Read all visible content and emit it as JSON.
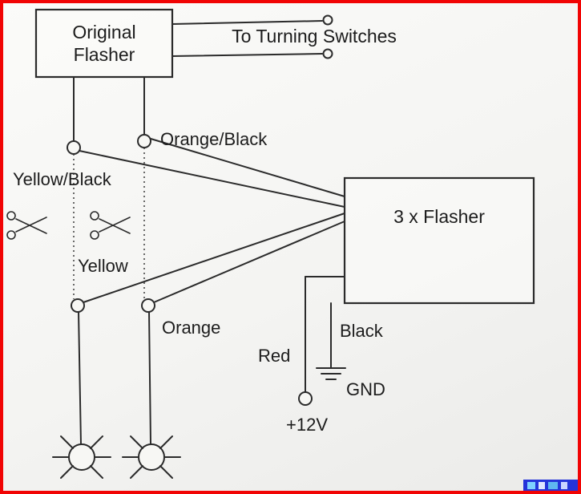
{
  "colors": {
    "border": "#f10404",
    "line": "#2b2b2b",
    "background": "#f5f5f3",
    "text": "#1c1c1c",
    "watermark_blue": "#2433d9"
  },
  "diagram": {
    "original_flasher_box": {
      "line1": "Original",
      "line2": "Flasher"
    },
    "turning_switches_label": "To Turning Switches",
    "flasher_box_label": "3 x Flasher",
    "labels": {
      "orange_black": "Orange/Black",
      "yellow_black": "Yellow/Black",
      "yellow": "Yellow",
      "orange": "Orange",
      "red": "Red",
      "black": "Black",
      "gnd": "GND",
      "supply": "+12V"
    },
    "scissors_icon": "✂"
  }
}
